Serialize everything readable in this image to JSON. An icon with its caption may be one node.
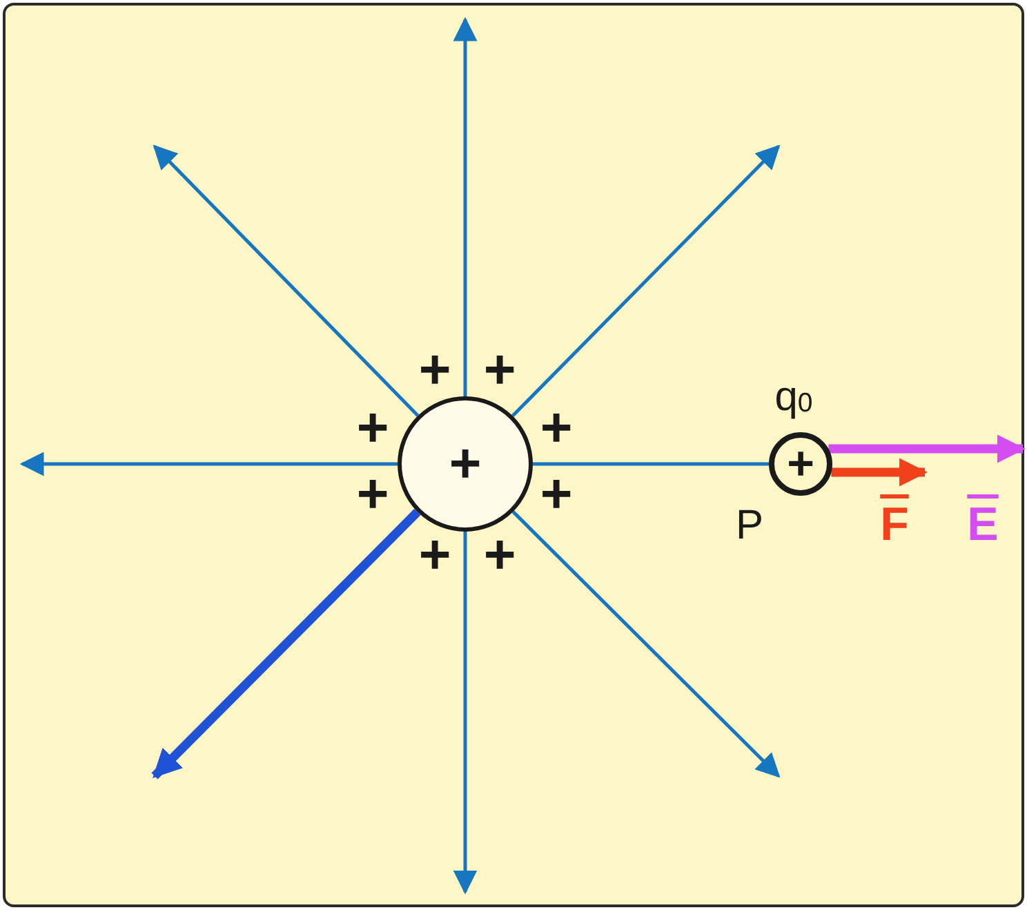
{
  "diagram": {
    "nodes": [
      {
        "text": [
          "+"
        ]
      },
      {
        "text": [
          "+"
        ]
      }
    ],
    "edges": [
      {
        "from": 0,
        "to": null,
        "arrow": "to"
      },
      {
        "from": 0,
        "to": null,
        "arrow": "to"
      },
      {
        "from": 0,
        "to": 1,
        "arrow": "none"
      },
      {
        "from": 0,
        "to": null,
        "arrow": "to"
      },
      {
        "from": 0,
        "to": null,
        "arrow": "to"
      },
      {
        "from": 0,
        "to": null,
        "arrow": "to",
        "style": "thick",
        "color": "#1f52d4"
      },
      {
        "from": 0,
        "to": null,
        "arrow": "to"
      },
      {
        "from": 0,
        "to": null,
        "arrow": "to"
      },
      {
        "from": 1,
        "to": null,
        "arrow": "to",
        "label": "F",
        "color": "#f0401c",
        "style": "thick"
      },
      {
        "from": 1,
        "to": null,
        "arrow": "to",
        "label": "E",
        "color": "#d34df0",
        "style": "thick"
      }
    ],
    "labels": [
      "+",
      "+",
      "+",
      "+",
      "+",
      "+",
      "+",
      "+",
      "q$_{0}$",
      "P"
    ]
  }
}
